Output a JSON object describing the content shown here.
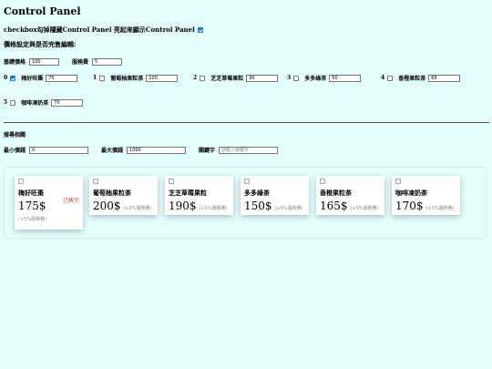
{
  "page": {
    "title": "Control Panel",
    "toggle_label": "checkbox勾掉隱藏Control Panel 亮起來顯示Control Panel",
    "toggle_checked": true,
    "section_label": "價格設定與是否完售編輯:"
  },
  "settings": {
    "base_price_label": "基礎價格",
    "base_price_value": "100",
    "service_fee_label": "服務費",
    "service_fee_value": "5"
  },
  "products_edit": [
    {
      "index": "0",
      "sold_out": true,
      "name": "梅好旺棗",
      "price": "75"
    },
    {
      "index": "1",
      "sold_out": false,
      "name": "葡萄柚果粒茶",
      "price": "100"
    },
    {
      "index": "2",
      "sold_out": false,
      "name": "芝芝草莓果粒",
      "price": "90"
    },
    {
      "index": "3",
      "sold_out": false,
      "name": "多多綠茶",
      "price": "50"
    },
    {
      "index": "4",
      "sold_out": false,
      "name": "香橙果粒茶",
      "price": "65"
    },
    {
      "index": "5",
      "sold_out": false,
      "name": "咖啡凍奶茶",
      "price": "70"
    }
  ],
  "search": {
    "title": "搜尋相關",
    "min_label": "最小價錢",
    "min_value": "0",
    "max_label": "最大價錢",
    "max_value": "1000",
    "keyword_label": "關鍵字",
    "keyword_placeholder": "請輸入關鍵字"
  },
  "cards": [
    {
      "name": "梅好旺棗",
      "price": "175$",
      "fee": "(+5%服務費)",
      "sold_label": "已售完"
    },
    {
      "name": "葡萄柚果粒茶",
      "price": "200$",
      "fee": "(+5%服務費)"
    },
    {
      "name": "芝芝草莓果粒",
      "price": "190$",
      "fee": "(+5%服務費)"
    },
    {
      "name": "多多綠茶",
      "price": "150$",
      "fee": "(+5%服務費)"
    },
    {
      "name": "香橙果粒茶",
      "price": "165$",
      "fee": "(+5%服務費)"
    },
    {
      "name": "咖啡凍奶茶",
      "price": "170$",
      "fee": "(+5%服務費)"
    }
  ],
  "icons": {
    "checkbox_checked_color": "#1a73e8",
    "sold_out_color": "#e05050"
  }
}
